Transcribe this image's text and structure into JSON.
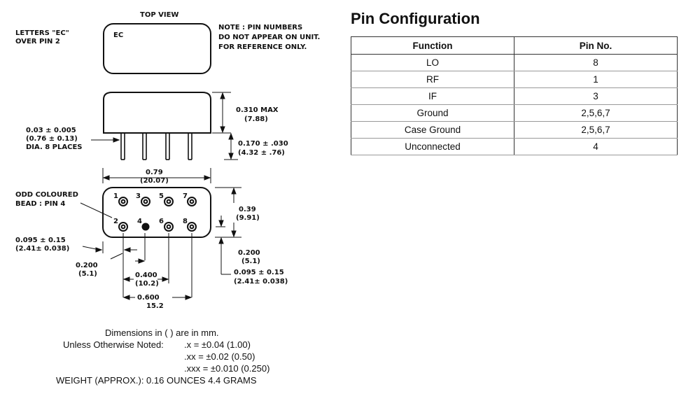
{
  "drawing": {
    "top_view": "TOP VIEW",
    "marking_label": [
      "LETTERS \"EC\"",
      "OVER PIN 2"
    ],
    "marking_text": "EC",
    "note": [
      "NOTE : PIN NUMBERS",
      "DO NOT APPEAR ON UNIT.",
      "FOR REFERENCE ONLY."
    ],
    "height_max": [
      "0.310 MAX",
      "(7.88)"
    ],
    "pin_dia": [
      "0.03 ± 0.005",
      "(0.76 ± 0.13)",
      "DIA. 8 PLACES"
    ],
    "pin_length": [
      "0.170 ± .030",
      "(4.32 ± .76)"
    ],
    "body_length": [
      "0.79",
      "(20.07)"
    ],
    "odd_bead": [
      "ODD COLOURED",
      "BEAD : PIN 4"
    ],
    "body_width": [
      "0.39",
      "(9.91)"
    ],
    "edge_left": [
      "0.095 ± 0.15",
      "(2.41± 0.038)"
    ],
    "row_spacing_left": [
      "0.200",
      "(5.1)"
    ],
    "row_spacing_right": [
      "0.200",
      "(5.1)"
    ],
    "edge_right": [
      "0.095 ± 0.15",
      "(2.41± 0.038)"
    ],
    "span_400": [
      "0.400",
      "(10.2)"
    ],
    "span_600": [
      "0.600",
      "15.2"
    ],
    "pin_numbers": [
      "1",
      "3",
      "5",
      "7",
      "2",
      "4",
      "6",
      "8"
    ]
  },
  "notes": {
    "line1": "Dimensions in (  ) are in mm.",
    "line2_label": "Unless Otherwise Noted:",
    "tol_x": ".x = ±0.04 (1.00)",
    "tol_xx": ".xx = ±0.02 (0.50)",
    "tol_xxx": ".xxx = ±0.010 (0.250)",
    "weight": "WEIGHT (APPROX.): 0.16 OUNCES 4.4 GRAMS"
  },
  "pin_config": {
    "title": "Pin Configuration",
    "headers": [
      "Function",
      "Pin No."
    ],
    "rows": [
      [
        "LO",
        "8"
      ],
      [
        "RF",
        "1"
      ],
      [
        "IF",
        "3"
      ],
      [
        "Ground",
        "2,5,6,7"
      ],
      [
        "Case Ground",
        "2,5,6,7"
      ],
      [
        "Unconnected",
        "4"
      ]
    ]
  }
}
